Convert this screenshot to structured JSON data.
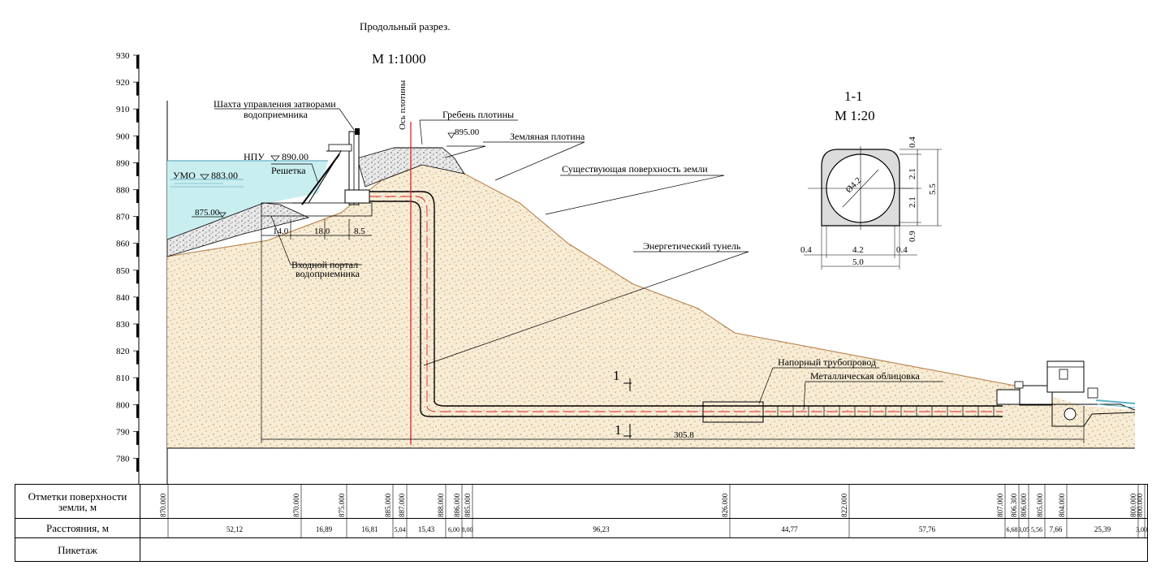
{
  "title": "Продольный разрез.",
  "scale": "М   1:1000",
  "y_axis": {
    "ticks": [
      "930",
      "920",
      "910",
      "900",
      "890",
      "880",
      "870",
      "860",
      "850",
      "840",
      "830",
      "820",
      "810",
      "800",
      "790",
      "780"
    ]
  },
  "labels": {
    "dam_axis": "Ось плотины",
    "shaft_l1": "Шахта управления затворами",
    "shaft_l2": "водоприемника",
    "crest": "Гребень плотины",
    "crest_elev": "895.00",
    "earth_dam": "Земляная плотина",
    "npu": "НПУ",
    "npu_val": "890.00",
    "umo": "УМО",
    "umo_val": "883.00",
    "grate": "Решетка",
    "bottom_elev": "875.00",
    "dim1": "14.0",
    "dim2": "18.0",
    "dim3": "8.5",
    "portal_l1": "Входной портал",
    "portal_l2": "водоприемника",
    "ground": "Существующая поверхность земли",
    "tunnel": "Энергетический тунель",
    "penstock": "Напорный трубопровод",
    "lining": "Металлическая облицовка",
    "cut_mark": "1",
    "total_len": "305.8"
  },
  "section": {
    "title": "1-1",
    "scale": "М  1:20",
    "diameter": "Ø4.2",
    "dims_right": [
      "0.4",
      "2.1",
      "2.1",
      "0.9"
    ],
    "total_h": "5.5",
    "dims_bottom": [
      "0.4",
      "4.2",
      "0.4"
    ],
    "total_w": "5.0"
  },
  "table": {
    "row1_label": "Отметки поверхности земли, м",
    "row2_label": "Расстояния, м",
    "row3_label": "Пикетаж",
    "elevations": [
      "870.000",
      "870.000",
      "875.000",
      "885.000",
      "887.000",
      "888.000",
      "886.000",
      "885.000",
      "826.000",
      "822.000",
      "807.000",
      "806.300",
      "806.000",
      "805.000",
      "804.000",
      "800.000",
      "800.000"
    ],
    "distances": [
      "52,12",
      "16,89",
      "16,81",
      "5,04",
      "15,43",
      "6,00",
      "8,00",
      "96,23",
      "44,77",
      "57,76",
      "6,68",
      "3,05",
      "5,56",
      "7,66",
      "25,39",
      "3,00"
    ]
  },
  "colors": {
    "water": "#c9eef0",
    "soil": "#f7ecd6",
    "soil_dot": "#c9a25a",
    "axis_red": "#e0202a",
    "ground_line": "#b7804a"
  }
}
